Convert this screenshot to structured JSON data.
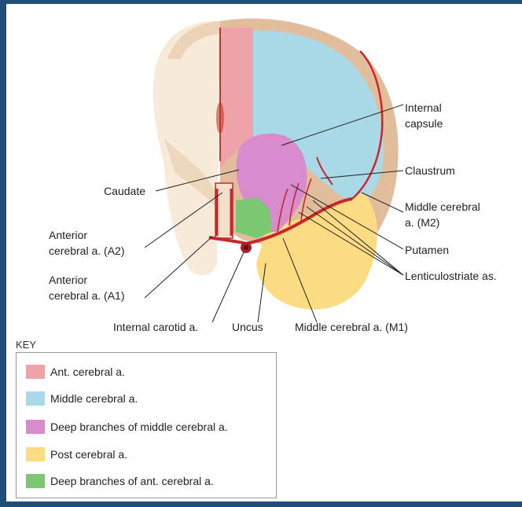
{
  "labels": {
    "internal_capsule_line1": "Internal",
    "internal_capsule_line2": "capsule",
    "claustrum": "Claustrum",
    "caudate": "Caudate",
    "middle_cerebral_m2_line1": "Middle cerebral",
    "middle_cerebral_m2_line2": "a. (M2)",
    "anterior_a2_line1": "Anterior",
    "anterior_a2_line2": "cerebral a. (A2)",
    "putamen": "Putamen",
    "anterior_a1_line1": "Anterior",
    "anterior_a1_line2": "cerebral a. (A1)",
    "lenticulostriate": "Lenticulostriate as.",
    "internal_carotid": "Internal carotid a.",
    "uncus": "Uncus",
    "middle_cerebral_m1": "Middle cerebral a. (M1)"
  },
  "key": {
    "title": "KEY",
    "items": [
      {
        "label": "Ant. cerebral a.",
        "color": "#eea3aa"
      },
      {
        "label": "Middle cerebral a.",
        "color": "#a9d8e6"
      },
      {
        "label": "Deep branches of middle cerebral a.",
        "color": "#d88ccd"
      },
      {
        "label": "Post cerebral a.",
        "color": "#fbdc83"
      },
      {
        "label": "Deep branches of ant. cerebral a.",
        "color": "#7cc872"
      }
    ]
  },
  "colors": {
    "background": "#1f4f78",
    "artery": "#c8282c",
    "brain_tissue": "#f5e3cc",
    "gyri": "#dcb596"
  }
}
